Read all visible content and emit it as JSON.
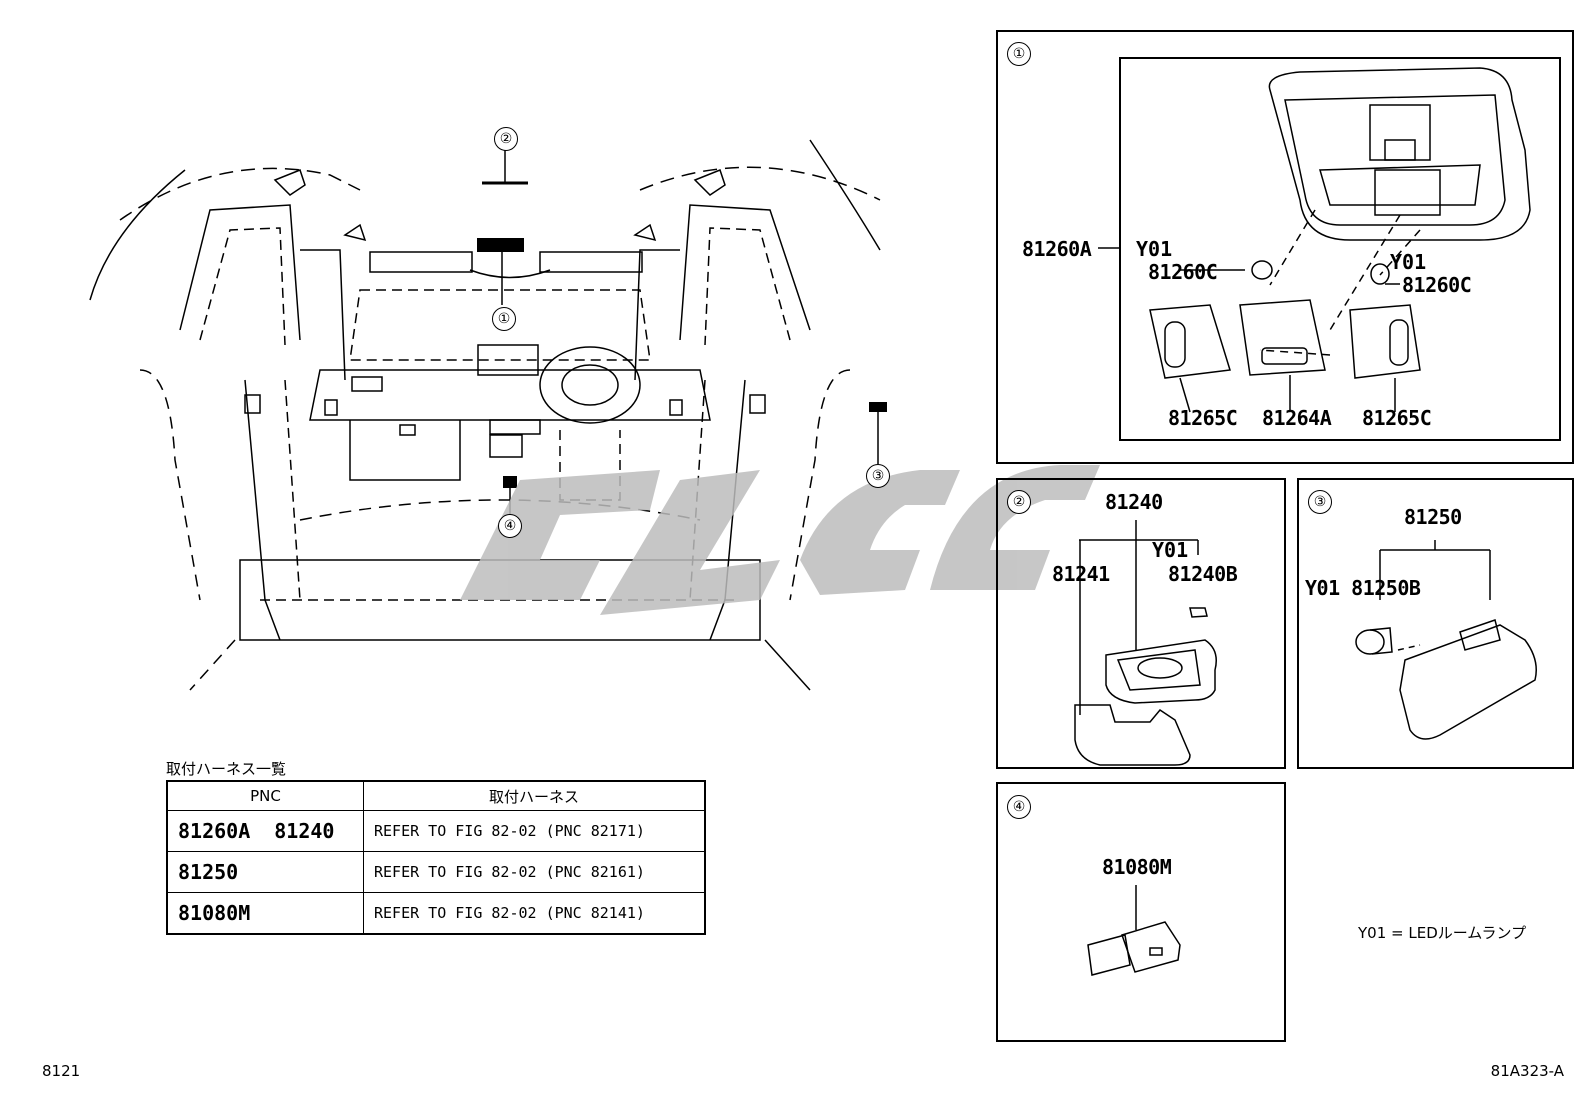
{
  "callouts": {
    "main_1": "①",
    "main_2": "②",
    "main_3": "③",
    "main_4": "④",
    "panel_1": "①",
    "panel_2": "②",
    "panel_3": "③",
    "panel_4": "④"
  },
  "panel1": {
    "part_81260A": "81260A",
    "y01_left": "Y01",
    "part_81260C_left": "81260C",
    "y01_right": "Y01",
    "part_81260C_right": "81260C",
    "part_81265C_left": "81265C",
    "part_81264A": "81264A",
    "part_81265C_right": "81265C"
  },
  "panel2": {
    "part_81240": "81240",
    "part_81241": "81241",
    "y01": "Y01",
    "part_81240B": "81240B"
  },
  "panel3": {
    "part_81250": "81250",
    "y01_81250B": "Y01 81250B"
  },
  "panel4": {
    "part_81080M": "81080M"
  },
  "harness_table": {
    "caption": "取付ハーネス一覧",
    "headers": [
      "PNC",
      "取付ハーネス"
    ],
    "rows": [
      {
        "pnc": [
          "81260A",
          "81240"
        ],
        "ref": "REFER TO FIG 82-02 (PNC 82171)"
      },
      {
        "pnc": [
          "81250"
        ],
        "ref": "REFER TO FIG 82-02 (PNC 82161)"
      },
      {
        "pnc": [
          "81080M"
        ],
        "ref": "REFER TO FIG 82-02 (PNC 82141)"
      }
    ]
  },
  "legend": "Y01 = LEDルームランプ",
  "footer": {
    "left": "8121",
    "right": "81A323-A"
  }
}
